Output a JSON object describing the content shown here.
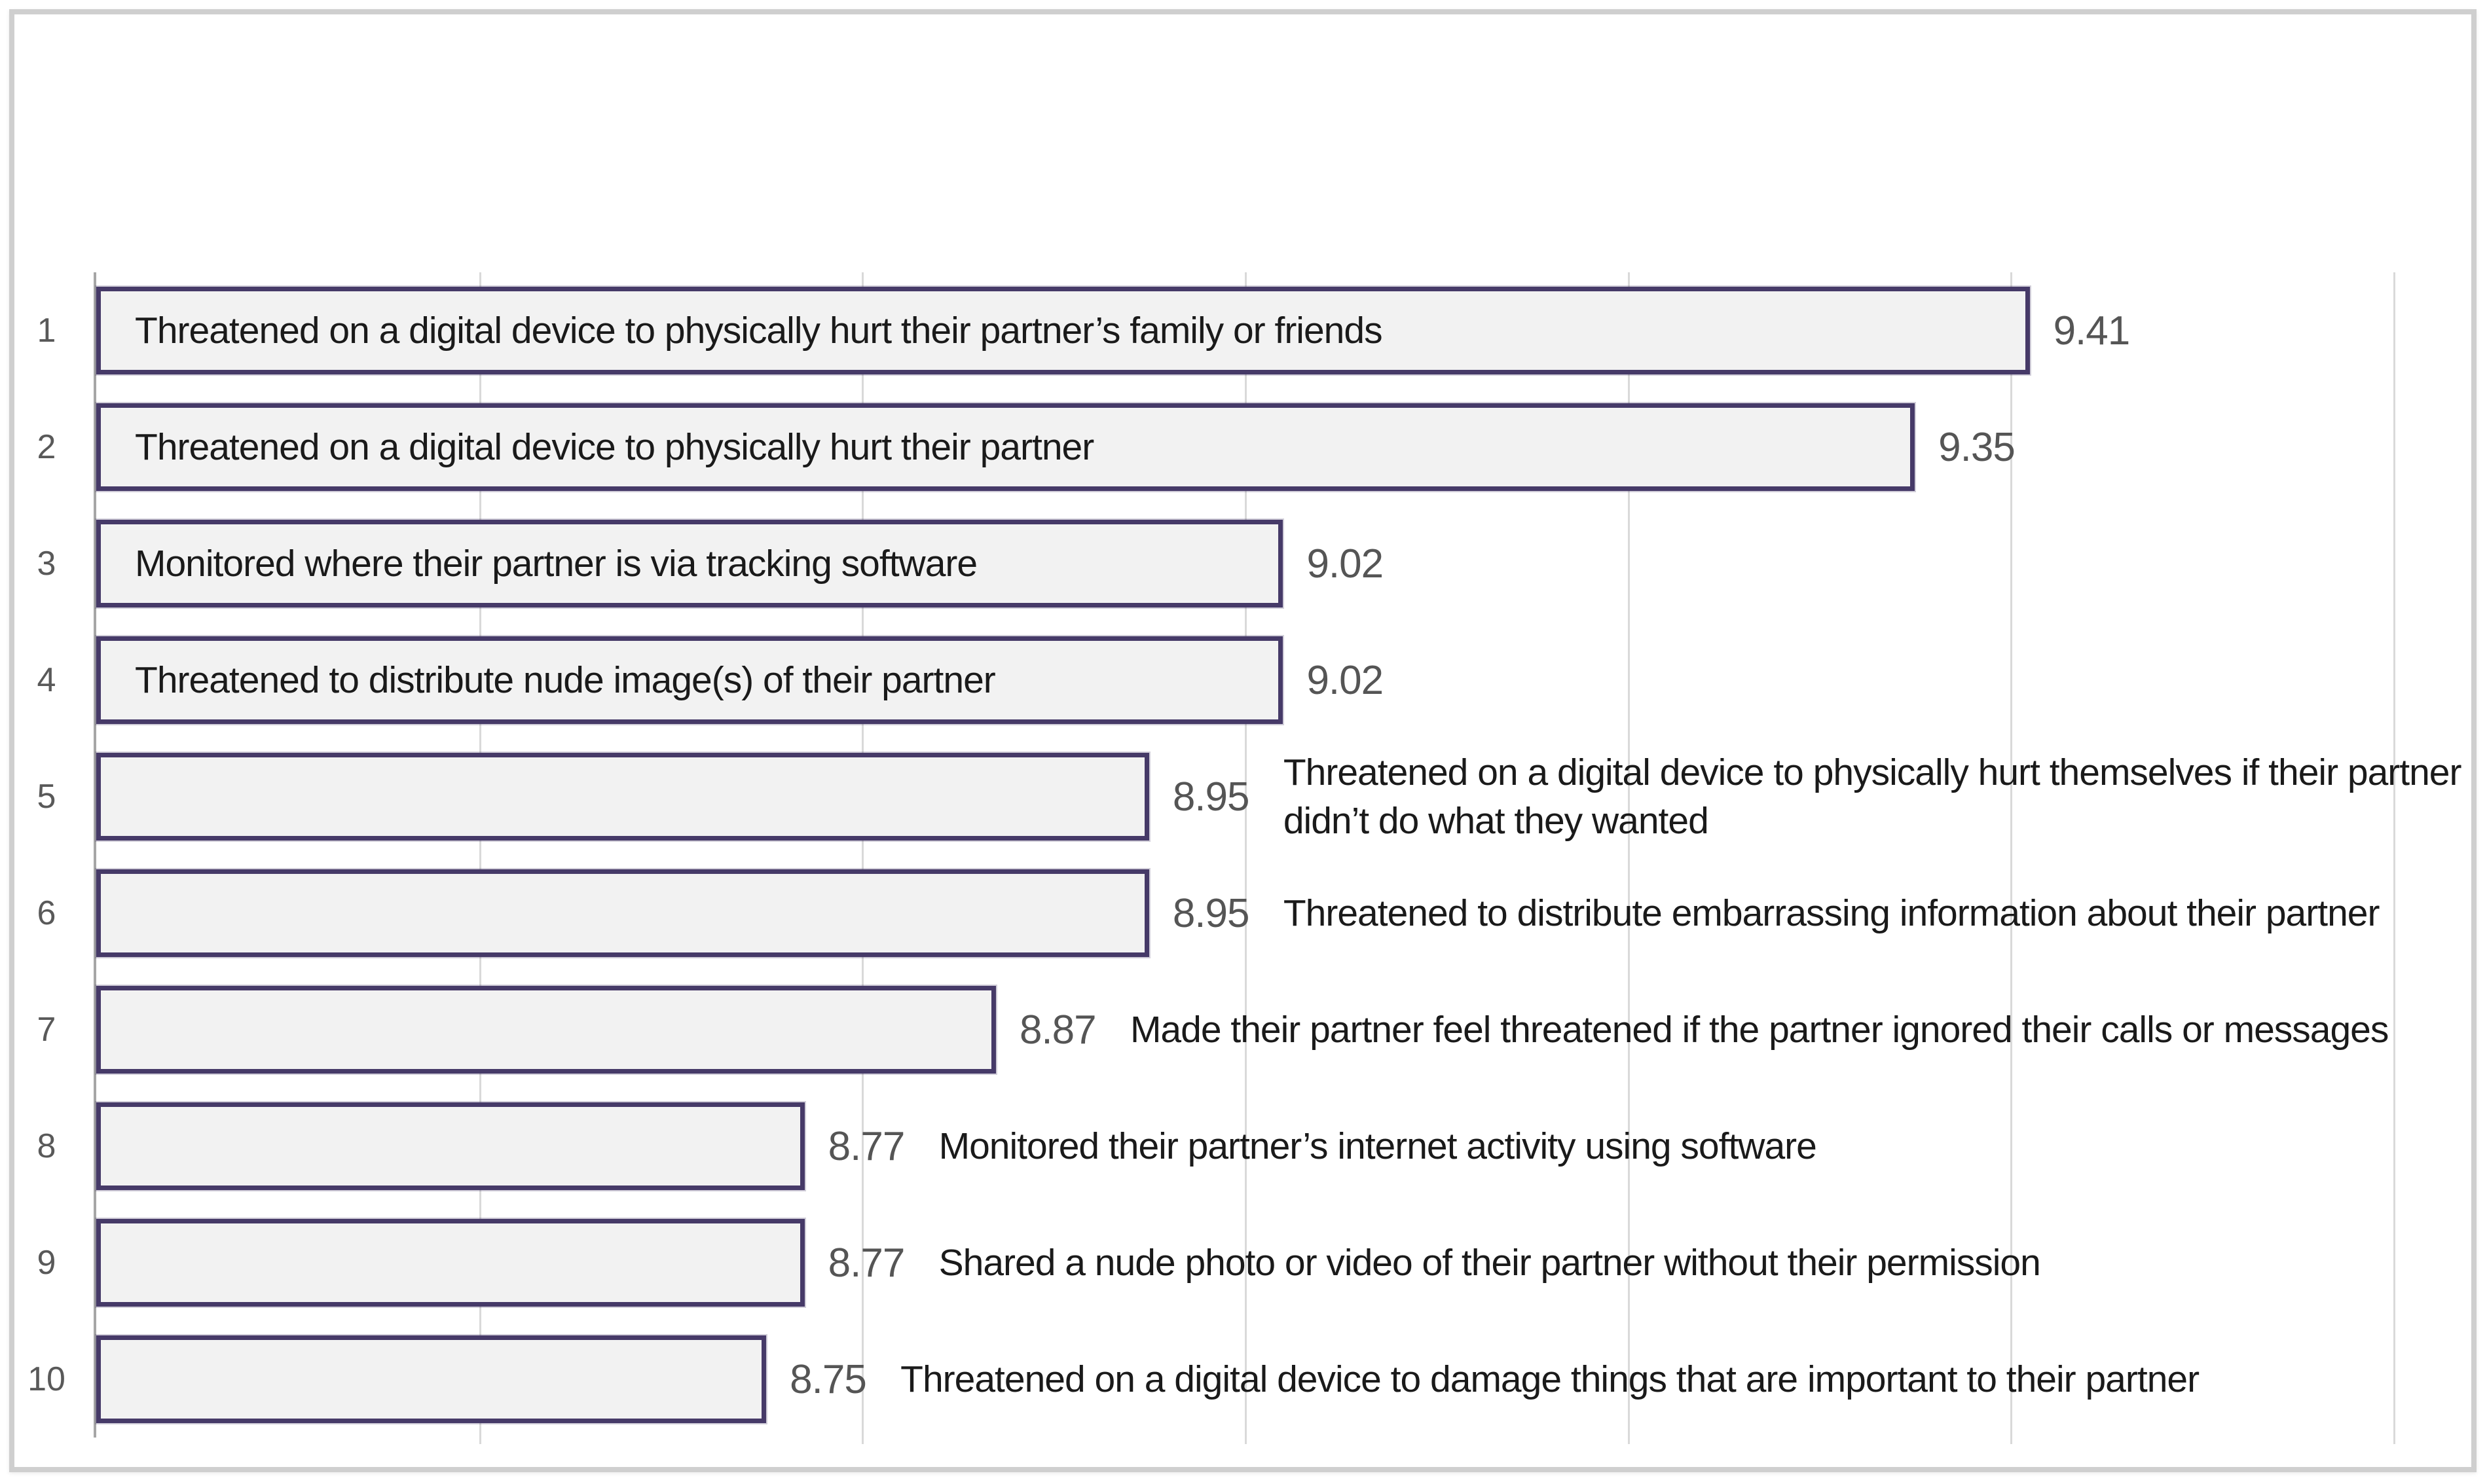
{
  "chart_data": {
    "type": "bar",
    "orientation": "horizontal",
    "title": "",
    "xlabel": "",
    "ylabel": "",
    "xlim": [
      8.4,
      9.6
    ],
    "gridlines": [
      8.6,
      8.8,
      9.0,
      9.2,
      9.4,
      9.6
    ],
    "grid": "vertical gridlines only, no axis tick labels shown",
    "legend": "none",
    "items": [
      {
        "rank": "1",
        "label": "Threatened on a digital device to physically hurt their partner’s family or friends",
        "value": 9.41,
        "value_label": "9.41",
        "label_position": "inside"
      },
      {
        "rank": "2",
        "label": "Threatened on a digital device to physically hurt their partner",
        "value": 9.35,
        "value_label": "9.35",
        "label_position": "inside"
      },
      {
        "rank": "3",
        "label": "Monitored where their partner is via tracking software",
        "value": 9.02,
        "value_label": "9.02",
        "label_position": "inside"
      },
      {
        "rank": "4",
        "label": "Threatened to distribute nude image(s) of their partner",
        "value": 9.02,
        "value_label": "9.02",
        "label_position": "inside"
      },
      {
        "rank": "5",
        "label": "Threatened on a digital device to physically hurt themselves if their partner didn’t do what they wanted",
        "label_lines": [
          "Threatened on a digital device to physically hurt themselves if their partner",
          "didn’t do what they wanted"
        ],
        "value": 8.95,
        "value_label": "8.95",
        "label_position": "outside"
      },
      {
        "rank": "6",
        "label": "Threatened to distribute embarrassing information about their partner",
        "value": 8.95,
        "value_label": "8.95",
        "label_position": "outside"
      },
      {
        "rank": "7",
        "label": "Made their partner feel threatened if the partner ignored their calls or messages",
        "value": 8.87,
        "value_label": "8.87",
        "label_position": "outside"
      },
      {
        "rank": "8",
        "label": "Monitored their partner’s internet activity using software",
        "value": 8.77,
        "value_label": "8.77",
        "label_position": "outside"
      },
      {
        "rank": "9",
        "label": "Shared a nude photo or video of their partner without their permission",
        "value": 8.77,
        "value_label": "8.77",
        "label_position": "outside"
      },
      {
        "rank": "10",
        "label": "Threatened on a digital device to damage things that are important to their partner",
        "value": 8.75,
        "value_label": "8.75",
        "label_position": "outside"
      }
    ],
    "colors": {
      "bar_fill": "#f2f2f2",
      "bar_border": "#463a68",
      "gridline": "#d9d9d9",
      "axis_line": "#a6a6a6",
      "frame_border": "#cfcfcf",
      "category_text": "#1a1a1a",
      "value_text": "#555555",
      "rank_text": "#595959",
      "background": "#ffffff"
    }
  }
}
